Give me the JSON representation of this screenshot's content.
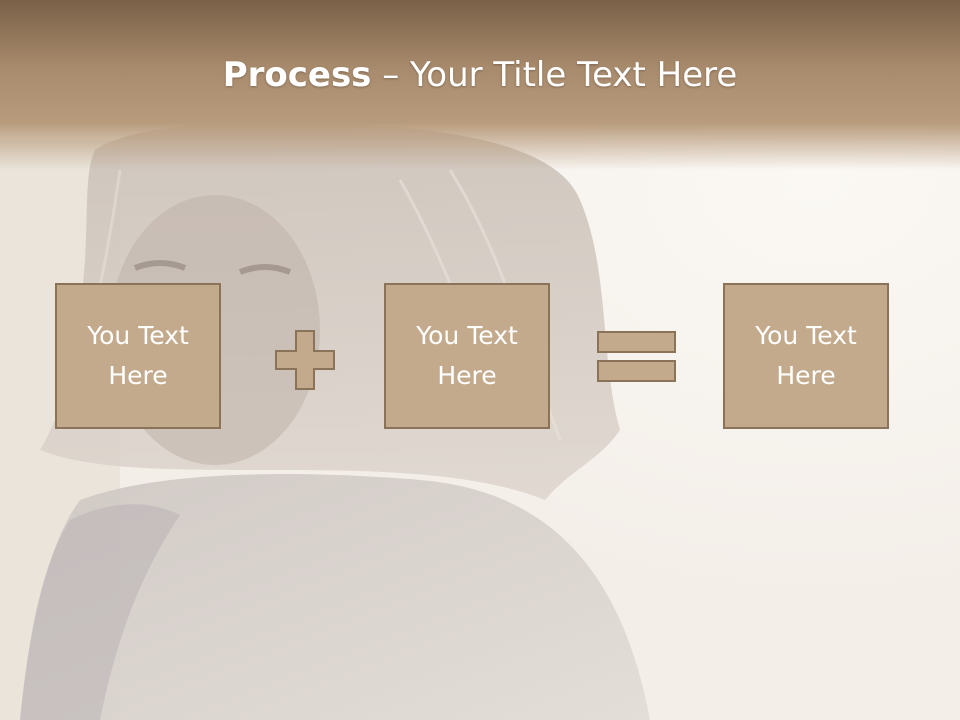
{
  "slide": {
    "title_bold": "Process",
    "title_rest": " – Your Title Text Here"
  },
  "boxes": [
    {
      "text": "You Text\nHere"
    },
    {
      "text": "You Text\nHere"
    },
    {
      "text": "You Text\nHere"
    }
  ],
  "operators": [
    "plus-sign",
    "equals-sign"
  ],
  "colors": {
    "header": "#a88a6c",
    "box_fill": "#c4aa8c",
    "box_border": "#8b7359",
    "text": "#ffffff"
  }
}
